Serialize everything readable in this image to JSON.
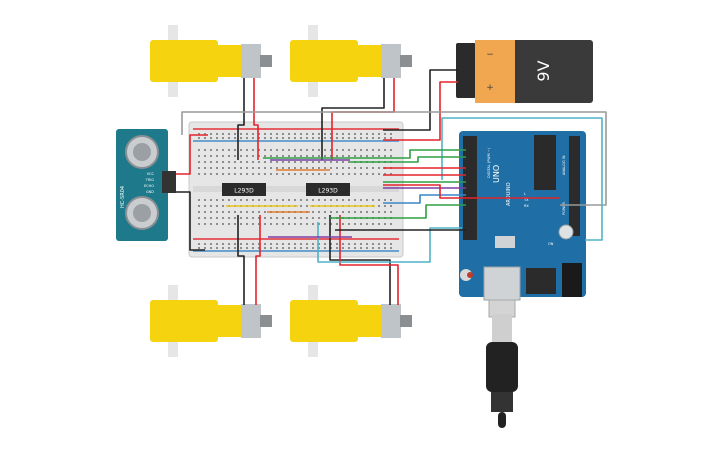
{
  "battery": {
    "voltage_label": "9V",
    "plus_sign": "+",
    "minus_sign": "−"
  },
  "drivers": [
    {
      "label": "L293D"
    },
    {
      "label": "L293D"
    }
  ],
  "sensor": {
    "name": "HC-SR04",
    "pin_labels": [
      "VCC",
      "TRIG",
      "ECHO",
      "GND"
    ]
  },
  "arduino": {
    "board_label": "UNO",
    "brand_label": "ARDUINO",
    "digital_header_label": "DIGITAL (PWM ~)",
    "analog_header_label": "ANALOG IN",
    "power_header_label": "POWER",
    "tx_label": "TX",
    "rx_label": "RX",
    "l_label": "L",
    "on_label": "ON"
  },
  "motors": [
    {
      "id": "motor-top-left"
    },
    {
      "id": "motor-top-right"
    },
    {
      "id": "motor-bottom-left"
    },
    {
      "id": "motor-bottom-right"
    }
  ],
  "colors": {
    "wire_red": "#e3242b",
    "wire_black": "#222222",
    "wire_gray": "#9a9a9a",
    "wire_blue": "#3a86c8",
    "wire_green": "#2ea043",
    "wire_cyan": "#4fb3c7",
    "wire_purple": "#7b3fa6",
    "wire_yellow": "#e8c61c",
    "wire_orange": "#e07a2e",
    "motor_yellow": "#f5d40f",
    "arduino_blue": "#1f6fa6",
    "breadboard": "#e9e9e9",
    "battery_orange": "#f1a650",
    "sensor_teal": "#1e7a8a"
  }
}
